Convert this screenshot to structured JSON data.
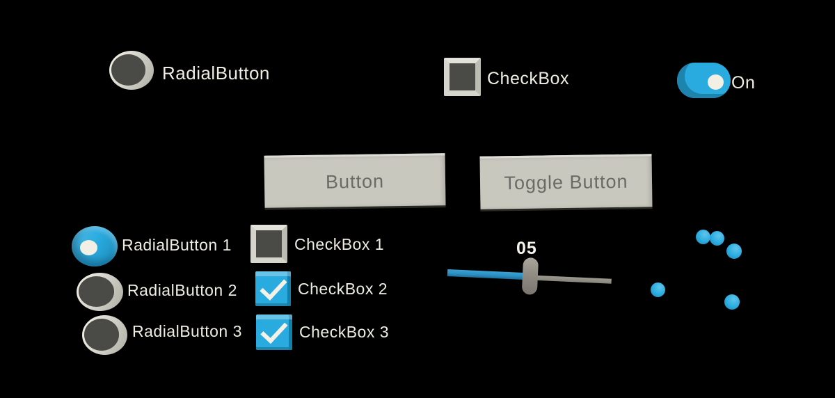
{
  "scene": {
    "background": "#000000",
    "accent_blue": "#2aabdf",
    "surface_gray": "#c9c8bf",
    "dark_face_gray": "#4a4a47",
    "text_color": "#efede2"
  },
  "top_row": {
    "radial_button": {
      "label": "RadialButton",
      "selected": false
    },
    "checkbox": {
      "label": "CheckBox",
      "checked": false
    },
    "toggle": {
      "label": "On",
      "state": "on"
    }
  },
  "buttons": {
    "button_label": "Button",
    "toggle_button_label": "Toggle Button"
  },
  "radial_group": {
    "items": [
      {
        "label": "RadialButton 1",
        "selected": true
      },
      {
        "label": "RadialButton 2",
        "selected": false
      },
      {
        "label": "RadialButton 3",
        "selected": false
      }
    ]
  },
  "checkbox_group": {
    "items": [
      {
        "label": "CheckBox 1",
        "checked": false
      },
      {
        "label": "CheckBox 2",
        "checked": true
      },
      {
        "label": "CheckBox 3",
        "checked": true
      }
    ]
  },
  "slider": {
    "value": "05"
  },
  "particles": {
    "color": "#2aabdf",
    "count": 5
  }
}
